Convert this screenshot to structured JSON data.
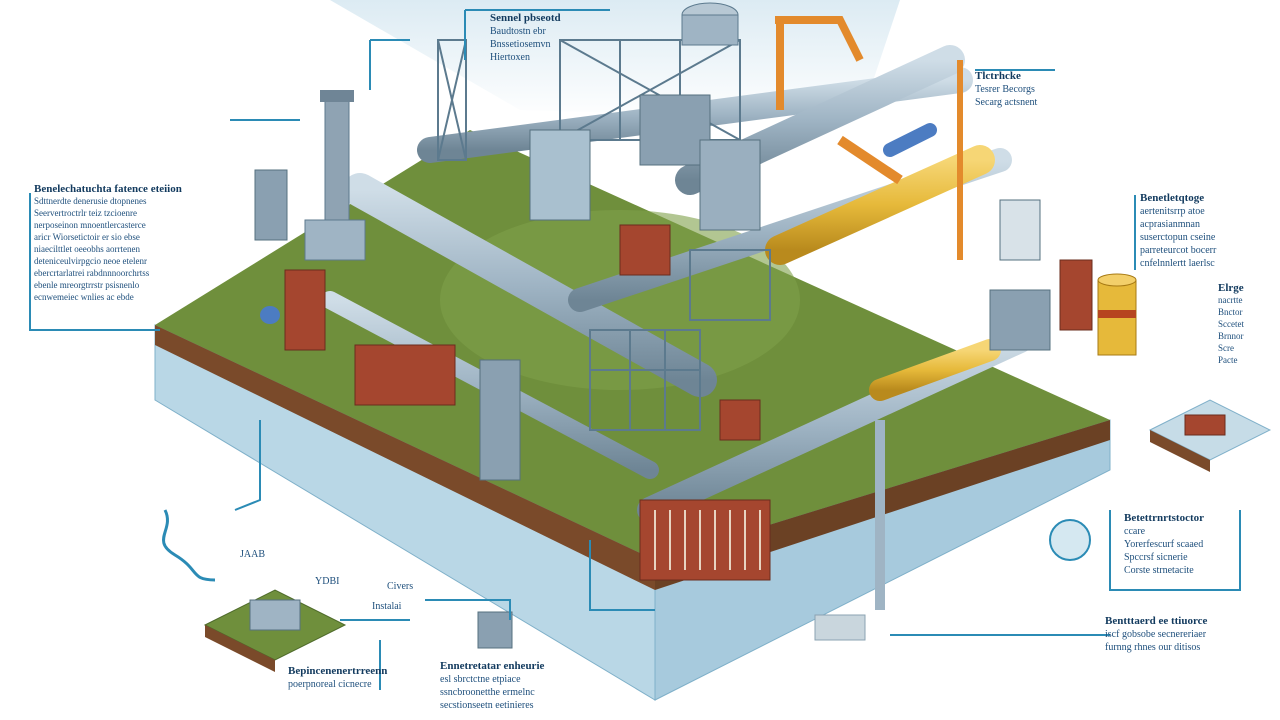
{
  "colors": {
    "ground": "#6f8f3c",
    "platform_side": "#b9d7e6",
    "platform_edge": "#7fb0c9",
    "pipe_grey": "#9fb4c4",
    "pipe_yellow": "#e6b93a",
    "pipe_orange": "#e38a2c",
    "brick": "#a5462f",
    "callout_line": "#2b8bb5",
    "text": "#1e4f7c"
  },
  "callouts": {
    "top_center": {
      "title": "Sennel pbseotd",
      "lines": [
        "Baudtostn ebr",
        "Bnssetiosemvn",
        "Hiertoxen"
      ]
    },
    "top_right": {
      "title": "Tlctrhcke",
      "lines": [
        "Tesrer Becorgs",
        "Secarg actsnent"
      ]
    },
    "left": {
      "title": "Benelechatuchta fatence eteiion",
      "lines": [
        "Sdttnerdte denerusie dtopnenes",
        "Seervertroctrlr teiz tzcioenre",
        "nerposeinon mnoentlercasterce",
        "aricr Wiorsetictoir er sio ebse",
        "niaecilttlet oeeobhs aorrtenen",
        "deteniceulvirpgcio neoe etelenr",
        "ebercrtarlatrei rabdnnnoorchrtss",
        "ebenle mreorgtrrstr psisnenlo",
        "ecnwemeiec wnlies ac ebde"
      ]
    },
    "right_top": {
      "title": "Benetletqtoge",
      "lines": [
        "aertenitsrrp atoe",
        "acprasianmnan",
        "suserctopun cseine",
        "parreteurcot bocerr",
        "cnfelnnlertt laerlsc"
      ]
    },
    "right_narrow": {
      "title": "Elrge",
      "lines": [
        "nacrtte",
        "Bnctor",
        "Sccetet",
        "Brnnor",
        "Scre",
        "Pacte"
      ]
    },
    "right_mid": {
      "title": "Betettrnrtstoctor",
      "lines": [
        "ccare",
        "Yorerfescurf scaaed",
        "Spccrsf sicnerie",
        "Corste strnetacite"
      ]
    },
    "right_bottom": {
      "title": "Bentttaerd ee ttiuorce",
      "lines": [
        "iscf gobsobe secnereriaer",
        "furnng rhnes our ditisos"
      ]
    },
    "bottom_center": {
      "title": "Ennetretatar enheurie",
      "lines": [
        "esl sbrctctne etpiace",
        "ssncbroonetthe ermelnc",
        "secstionseetn eetinieres"
      ]
    },
    "bottom_left": {
      "title": "Bepincenenertrreenn",
      "lines": [
        "poerpnoreal cicnecre"
      ]
    },
    "labels": {
      "jaaa": "JAAB",
      "yiai": "YDBI",
      "civers": "Civers",
      "instalai": "Instalai"
    }
  }
}
